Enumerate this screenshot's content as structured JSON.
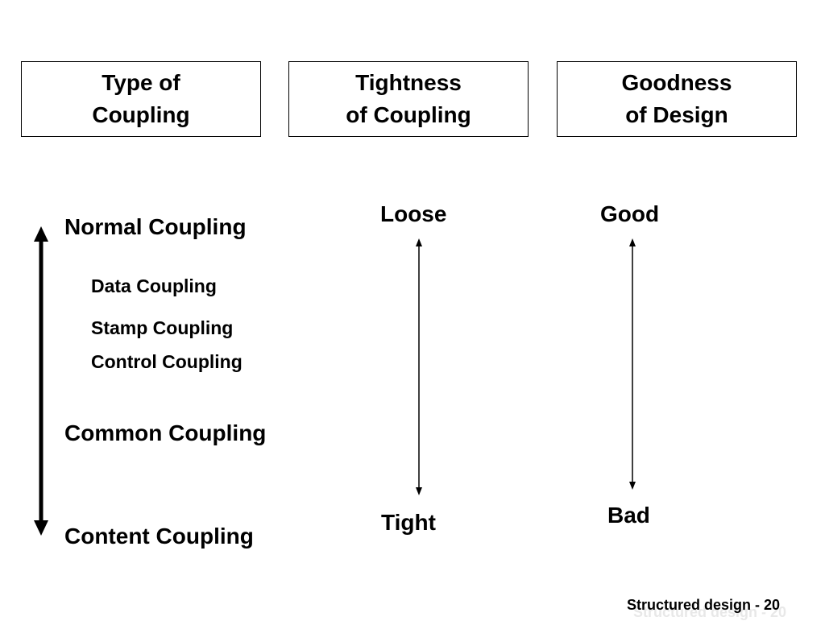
{
  "headers": [
    {
      "label": "Type of\nCoupling"
    },
    {
      "label": "Tightness\nof Coupling"
    },
    {
      "label": "Goodness\nof Design"
    }
  ],
  "coupling_types": {
    "normal": "Normal Coupling",
    "data": "Data Coupling",
    "stamp": "Stamp Coupling",
    "control": "Control Coupling",
    "common": "Common Coupling",
    "content": "Content Coupling"
  },
  "tightness": {
    "top": "Loose",
    "bottom": "Tight"
  },
  "goodness": {
    "top": "Good",
    "bottom": "Bad"
  },
  "footer": "Structured design - 20"
}
